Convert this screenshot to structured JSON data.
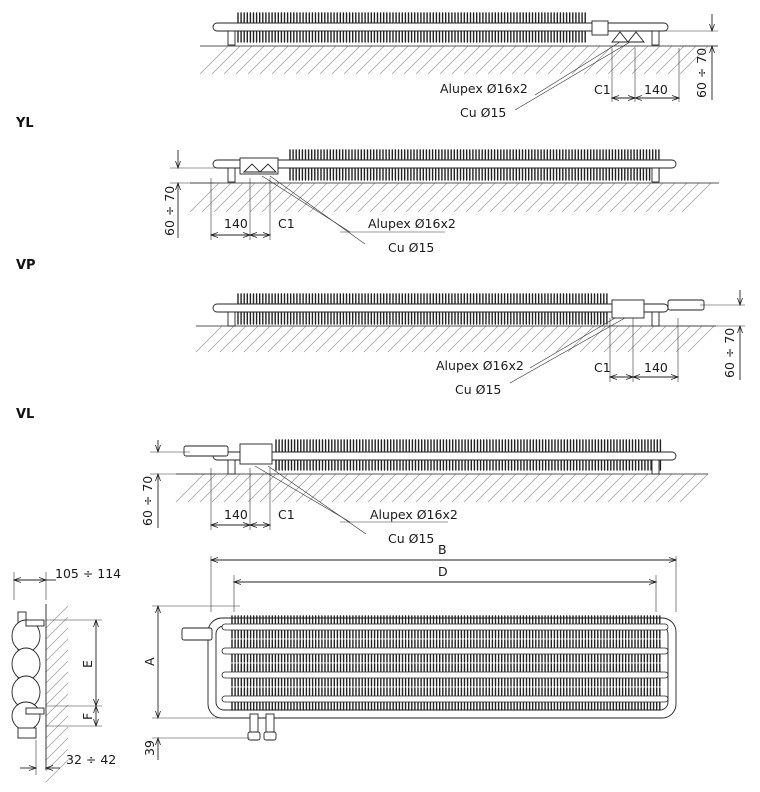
{
  "sections": [
    {
      "id": "top",
      "label": "",
      "dims": {
        "alupex": "Alupex Ø16x2",
        "cu": "Cu Ø15",
        "c1": "C1",
        "off": "140",
        "h": "60 ÷ 70"
      }
    },
    {
      "id": "yl",
      "label": "YL",
      "dims": {
        "alupex": "Alupex Ø16x2",
        "cu": "Cu Ø15",
        "c1": "C1",
        "off": "140",
        "h": "60 ÷ 70"
      }
    },
    {
      "id": "vp",
      "label": "VP",
      "dims": {
        "alupex": "Alupex Ø16x2",
        "cu": "Cu Ø15",
        "c1": "C1",
        "off": "140",
        "h": "60 ÷ 70"
      }
    },
    {
      "id": "vl",
      "label": "VL",
      "dims": {
        "alupex": "Alupex Ø16x2",
        "cu": "Cu Ø15",
        "c1": "C1",
        "off": "140",
        "h": "60 ÷ 70"
      }
    }
  ],
  "front": {
    "b": "B",
    "d": "D",
    "a": "A",
    "h39": "39"
  },
  "side": {
    "w_top": "105 ÷ 114",
    "w_bottom": "32 ÷ 42",
    "e": "E",
    "f": "F"
  }
}
